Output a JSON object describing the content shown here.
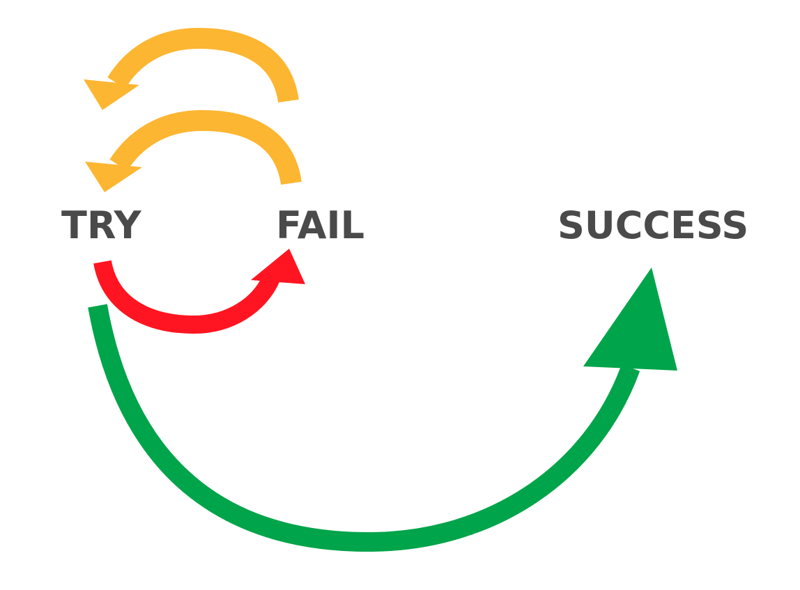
{
  "nodes": {
    "try": "TRY",
    "fail": "FAIL",
    "success": "SUCCESS"
  },
  "colors": {
    "text": "#4a4a4a",
    "retry_arrows": "#fdb632",
    "fail_arrow": "#ff1521",
    "success_arrow": "#00a44a"
  }
}
